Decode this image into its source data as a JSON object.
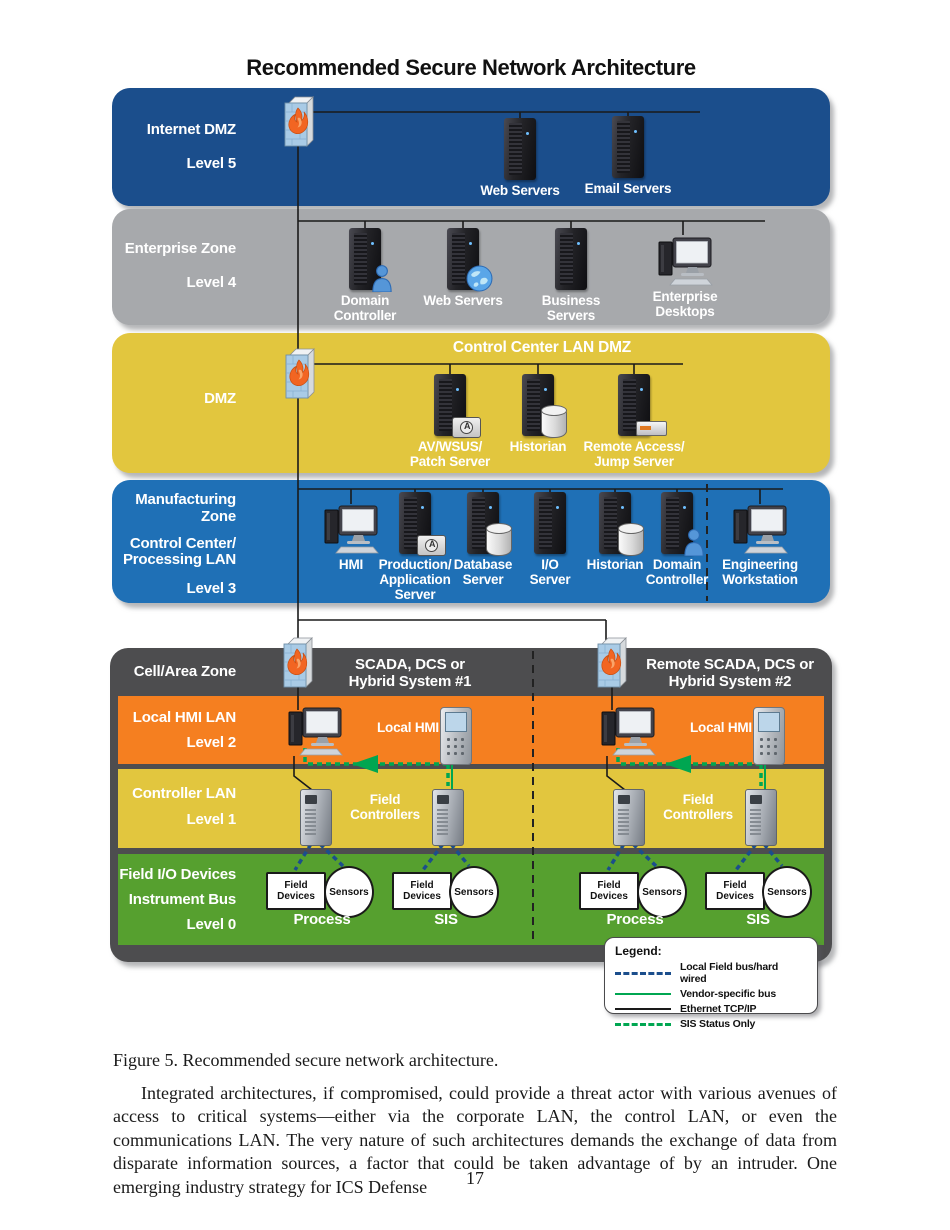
{
  "page": {
    "title": "Recommended Secure Network Architecture",
    "caption": "Figure 5. Recommended secure network architecture.",
    "paragraph": "Integrated architectures, if compromised, could provide a threat actor with various avenues of access to critical systems—either via the corporate LAN, the control LAN, or even the communications LAN. The very nature of such architectures demands the exchange of data from disparate information sources, a factor that could be taken advantage of by an intruder. One emerging industry strategy for ICS Defense",
    "page_number": "17"
  },
  "zones": {
    "internet_dmz": {
      "name": "Internet DMZ",
      "level": "Level 5",
      "devices": [
        {
          "label": "Web Servers"
        },
        {
          "label": "Email Servers"
        }
      ]
    },
    "enterprise": {
      "name": "Enterprise Zone",
      "level": "Level 4",
      "devices": [
        {
          "label": "Domain\nController"
        },
        {
          "label": "Web Servers"
        },
        {
          "label": "Business\nServers"
        },
        {
          "label": "Enterprise\nDesktops"
        }
      ]
    },
    "dmz": {
      "name": "DMZ",
      "header": "Control Center LAN DMZ",
      "devices": [
        {
          "label": "AV/WSUS/\nPatch Server"
        },
        {
          "label": "Historian"
        },
        {
          "label": "Remote Access/\nJump Server"
        }
      ]
    },
    "manufacturing": {
      "name": "Manufacturing\nZone",
      "sub": "Control Center/\nProcessing LAN",
      "level": "Level 3",
      "devices": [
        {
          "label": "HMI"
        },
        {
          "label": "Production/\nApplication\nServer"
        },
        {
          "label": "Database\nServer"
        },
        {
          "label": "I/O\nServer"
        },
        {
          "label": "Historian"
        },
        {
          "label": "Domain\nController"
        },
        {
          "label": "Engineering\nWorkstation"
        }
      ]
    },
    "cell_area": {
      "name": "Cell/Area Zone",
      "system1": "SCADA, DCS or\nHybrid System #1",
      "system2": "Remote SCADA, DCS or\nHybrid System #2"
    },
    "local_hmi": {
      "name": "Local HMI LAN",
      "level": "Level 2",
      "hmi1": "Local HMI",
      "hmi2": "Local HMI"
    },
    "controller": {
      "name": "Controller LAN",
      "level": "Level 1",
      "fc1": "Field\nControllers",
      "fc2": "Field\nControllers"
    },
    "field_io": {
      "name": "Field I/O Devices",
      "name2": "Instrument Bus",
      "level": "Level 0",
      "groups": [
        {
          "box": "Field\nDevices",
          "sensor": "Sensors",
          "bus": "Process"
        },
        {
          "box": "Field\nDevices",
          "sensor": "Sensors",
          "bus": "SIS"
        },
        {
          "box": "Field\nDevices",
          "sensor": "Sensors",
          "bus": "Process"
        },
        {
          "box": "Field\nDevices",
          "sensor": "Sensors",
          "bus": "SIS"
        }
      ]
    }
  },
  "legend": {
    "title": "Legend:",
    "items": [
      {
        "label": "Local Field bus/hard wired"
      },
      {
        "label": "Vendor-specific bus"
      },
      {
        "label": "Ethernet TCP/IP"
      },
      {
        "label": "SIS Status Only"
      }
    ]
  },
  "colors": {
    "internet_dmz": "#1b4e8c",
    "enterprise": "#a7a9ac",
    "dmz": "#e2c63e",
    "manufacturing": "#1f70b6",
    "cell_area": "#4d4d4f",
    "local_hmi_lan": "#f57f20",
    "controller_lan": "#e2c63e",
    "field_io": "#56a02f",
    "ethernet_line": "#1a1a1a",
    "field_bus_line": "#1b4e8c",
    "vendor_bus_line": "#00a651",
    "sis_status_line": "#00a651"
  }
}
